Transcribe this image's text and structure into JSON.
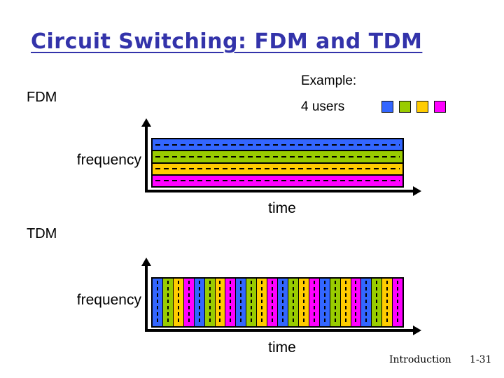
{
  "title": "Circuit Switching: FDM and TDM",
  "example": {
    "label": "Example:",
    "users": "4 users"
  },
  "colors": {
    "title_blue": "#3333aa",
    "map": {
      "blue": "#3366ff",
      "green": "#99cc00",
      "yellow": "#ffcc00",
      "magenta": "#ff00ff"
    }
  },
  "legend_users": [
    "blue",
    "green",
    "yellow",
    "magenta"
  ],
  "fdm": {
    "label": "FDM",
    "y_axis": "frequency",
    "x_axis": "time",
    "bands": [
      "blue",
      "green",
      "yellow",
      "magenta"
    ]
  },
  "tdm": {
    "label": "TDM",
    "y_axis": "frequency",
    "x_axis": "time",
    "cycles": 6,
    "sequence": [
      "blue",
      "green",
      "yellow",
      "magenta"
    ]
  },
  "footer": {
    "section": "Introduction",
    "page": "1-31"
  }
}
